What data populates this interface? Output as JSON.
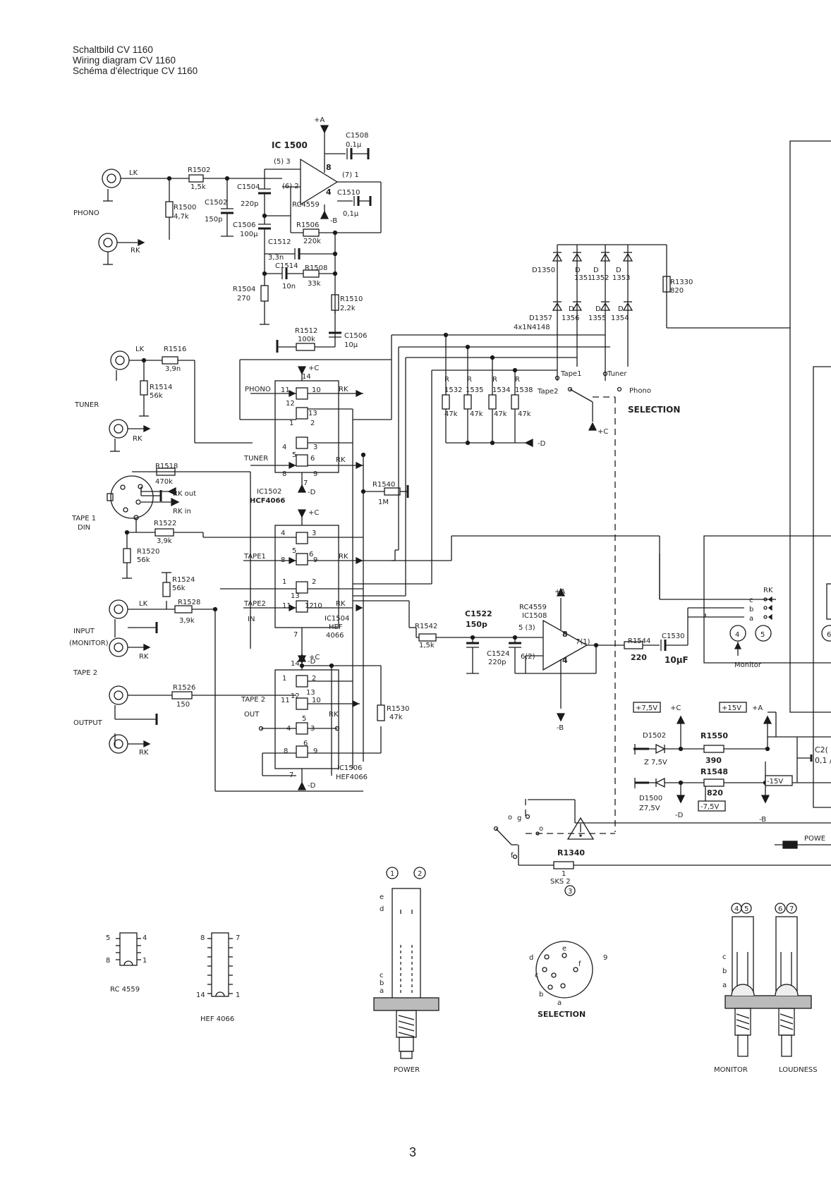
{
  "header": {
    "line1": "Schaltbild CV 1160",
    "line2": "Wiring diagram CV 1160",
    "line3": "Schéma d'électrique CV 1160"
  },
  "page_number": "3",
  "labels": {
    "plusA": "+A",
    "c1508": "C1508",
    "c1508v": "0,1µ",
    "ic1500": "IC 1500",
    "pin53": "(5) 3",
    "pin8": "8",
    "pin71": "(7) 1",
    "pin62": "(6) 2",
    "pin4": "4",
    "c1510": "C1510",
    "c1510v": "0,1µ",
    "rc4559a": "RC4559",
    "minusB": "-B",
    "lk1": "LK",
    "r1502": "R1502",
    "r1502v": "1,5k",
    "c1504": "C1504",
    "c1504v": "220p",
    "c1502": "C1502",
    "c1502v": "150p",
    "r1500": "R1500",
    "r1500v": "4,7k",
    "phono": "PHONO",
    "rk1": "RK",
    "c1506a": "C1506",
    "c1506av": "100µ",
    "r1506": "R1506",
    "r1506v": "220k",
    "c1512": "C1512",
    "c1512v": "3,3n",
    "c1514": "C1514",
    "c1514v": "10n",
    "r1508": "R1508",
    "r1508v": "33k",
    "r1504": "R1504",
    "r1504v": "270",
    "r1510": "R1510",
    "r1510v": "2,2k",
    "r1512": "R1512",
    "r1512v": "100k",
    "c1506b": "C1506",
    "c1506bv": "10µ",
    "d1350": "D1350",
    "d": "D",
    "d1351": "1351",
    "d1352": "1352",
    "d1353": "1353",
    "d1357": "D1357",
    "d1356": "1356",
    "d1355": "1355",
    "d1354": "1354",
    "n4148": "4x1N4148",
    "r1330": "R1330",
    "r1330v": "820",
    "lk2": "LK",
    "r1516": "R1516",
    "r1516v": "3,9n",
    "r1514": "R1514",
    "r1514v": "56k",
    "tuner": "TUNER",
    "rk2": "RK",
    "plusC1": "+C",
    "pin14a": "14",
    "phonoSw": "PHONO",
    "n11": "11",
    "n10": "10",
    "rk3": "RK",
    "n12": "12",
    "n13": "13",
    "n1": "1",
    "n2": "2",
    "n4": "4",
    "n3": "3",
    "n5": "5",
    "n6": "6",
    "tunerSw": "TUNER",
    "rk4": "RK",
    "n8": "8",
    "n9": "9",
    "n7": "7",
    "minusD1": "-D",
    "ic1502": "IC1502",
    "hcf4066": "HCF4066",
    "r1532": "R",
    "r1532n": "1532",
    "r1535n": "1535",
    "r1534n": "1534",
    "r1538n": "1538",
    "v47k": "47k",
    "minusD2": "-D",
    "tape1": "Tape1",
    "tunerS": "Tuner",
    "tape2": "Tape2",
    "phonoS": "Phono",
    "selection": "SELECTION",
    "plusC2": "+C",
    "r1518": "R1518",
    "r1518v": "470k",
    "rkout": "RK out",
    "rkin": "RK in",
    "tape1din": "TAPE 1",
    "din": "DIN",
    "r1522": "R1522",
    "r1522v": "3,9k",
    "r1520": "R1520",
    "r1520v": "56k",
    "r1540": "R1540",
    "r1540v": "1M",
    "plusC3": "+C",
    "tape1Sw": "TAPE1",
    "rk5": "RK",
    "r1524": "R1524",
    "r1524v": "56k",
    "r1528": "R1528",
    "r1528v": "3,9k",
    "lk3": "LK",
    "tape2Sw": "TAPE2",
    "in": "IN",
    "rk6": "RK",
    "ic1504": "IC1504",
    "hef": "HEF",
    "hef4066a": "4066",
    "minusD3": "-D",
    "input": "INPUT",
    "monitor": "(MONITOR)",
    "rk7": "RK",
    "tape2l": "TAPE 2",
    "r1526": "R1526",
    "r1526v": "150",
    "output": "OUTPUT",
    "rk8": "RK",
    "plusC4": "+C",
    "tape2out": "TAPE 2",
    "out": "OUT",
    "rk9": "RK",
    "r1530": "R1530",
    "r1530v": "47k",
    "ic1506": "IC1506",
    "hef4066b": "HEF4066",
    "minusD4": "-D",
    "r1542": "R1542",
    "r1542v": "1,5k",
    "c1522": "C1522",
    "c1522v": "150p",
    "c1524": "C1524",
    "c1524v": "220p",
    "rc4559b": "RC4559",
    "ic1508": "IC1508",
    "plusA2": "+A",
    "p53": "5 (3)",
    "p62": "6(2)",
    "p8": "8",
    "p71": "7(1)",
    "p4": "4",
    "minusB2": "-B",
    "r1544": "R1544",
    "r1544v": "220",
    "c1530": "C1530",
    "c1530v": "10µF",
    "rk10": "RK",
    "sc": "c",
    "sb": "b",
    "sa": "a",
    "circ4": "4",
    "circ5": "5",
    "circ6": "6",
    "monitorLbl": "Monitor",
    "v75": "+7,5V",
    "plusC5": "+C",
    "v15": "+15V",
    "plusA3": "+A",
    "d1502": "D1502",
    "r1550": "R1550",
    "r1550v": "390",
    "z75a": "Z 7,5V",
    "c20": "C2(",
    "c20v": "0,1 /",
    "m15": "-15V",
    "r1548": "R1548",
    "r1548v": "820",
    "d1500": "D1500",
    "z75b": "Z7,5V",
    "m75": "-7,5V",
    "minusD5": "-D",
    "minusB3": "-B",
    "g": "g",
    "f": "f",
    "o": "o",
    "r1340": "R1340",
    "sks2n": "1",
    "sks2": "SKS 2",
    "power": "POWE",
    "rc4559pin": "RC 4559",
    "hef4066pin": "HEF 4066",
    "pin5": "5",
    "pin4r": "4",
    "pin8r": "8",
    "pin1r": "1",
    "pin8h": "8",
    "pin7h": "7",
    "pin14h": "14",
    "pin1h": "1",
    "circ1": "1",
    "circ2": "2",
    "circ3": "3",
    "pe": "e",
    "pd": "d",
    "pc": "c",
    "pb": "b",
    "pa": "a",
    "powerSw": "POWER",
    "sd": "d",
    "se": "e",
    "s9": "9",
    "sf": "f",
    "sc2": "c",
    "sb2": "b",
    "sa2": "a",
    "selectionSw": "SELECTION",
    "c45a": "4",
    "c45b": "5",
    "c67a": "6",
    "c67b": "7",
    "mc": "c",
    "mb": "b",
    "ma": "a",
    "monitorSw": "MONITOR",
    "loudnessSw": "LOUDNESS"
  }
}
